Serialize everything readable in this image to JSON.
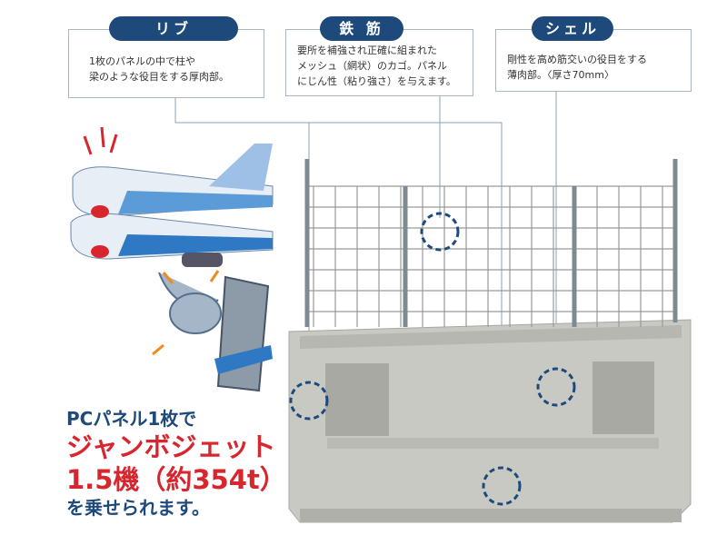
{
  "callouts": [
    {
      "label": "リブ",
      "text": "1枚のパネルの中で柱や\n梁のような役目をする厚肉部。"
    },
    {
      "label": "鉄 筋",
      "text": "要所を補強され正確に組まれた\nメッシュ（網状）のカゴ。パネル\nにじん性（粘り強さ）を与えます。"
    },
    {
      "label": "シェル",
      "text": "剛性を高め筋交いの役目をする\n薄肉部。〈厚さ70mm〉"
    }
  ],
  "headline": {
    "line1": "PCパネル1枚で",
    "line2": "ジャンボジェット",
    "line3": "1.5機（約354t）",
    "line4": "を乗せられます。"
  },
  "colors": {
    "navy": "#1d4a7a",
    "red": "#d8262f",
    "concrete": "#c9c9c4"
  }
}
